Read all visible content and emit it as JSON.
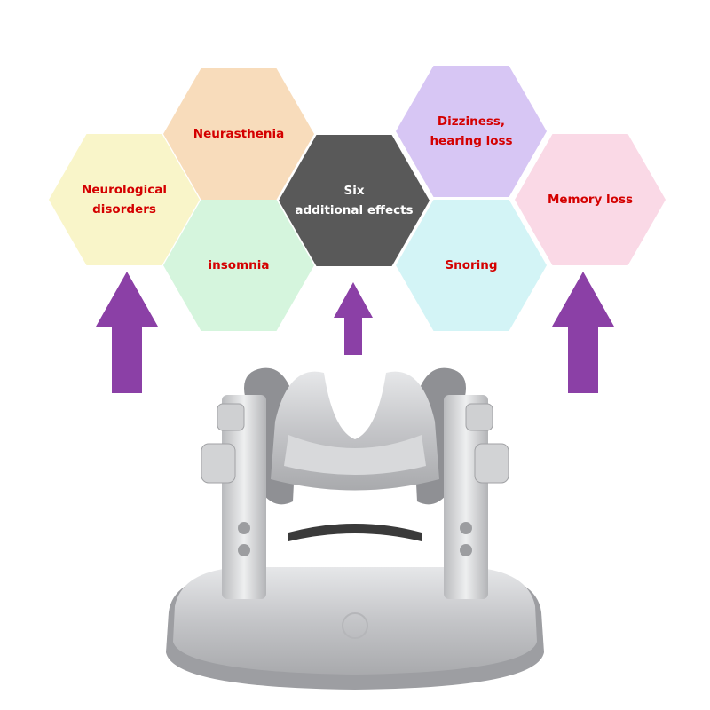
{
  "hexagons": {
    "neurological": {
      "label": "Neurological\ndisorders",
      "fill": "#f9f5c9",
      "text_color": "#d40000"
    },
    "neurasthenia": {
      "label": "Neurasthenia",
      "fill": "#f8dcbb",
      "text_color": "#d40000"
    },
    "insomnia": {
      "label": "insomnia",
      "fill": "#d5f5dd",
      "text_color": "#d40000"
    },
    "six_effects": {
      "label": "Six\nadditional effects",
      "fill": "#595959",
      "text_color": "#ffffff"
    },
    "dizziness": {
      "label": "Dizziness,\nhearing loss",
      "fill": "#d7c6f4",
      "text_color": "#d40000"
    },
    "snoring": {
      "label": "Snoring",
      "fill": "#d3f4f6",
      "text_color": "#d40000"
    },
    "memory_loss": {
      "label": "Memory loss",
      "fill": "#fad9e6",
      "text_color": "#d40000"
    }
  },
  "arrows": {
    "color": "#8b40a6",
    "count": 3
  },
  "product": {
    "icon": "cervical-traction-neck-brace",
    "color": "#c9cacc"
  }
}
